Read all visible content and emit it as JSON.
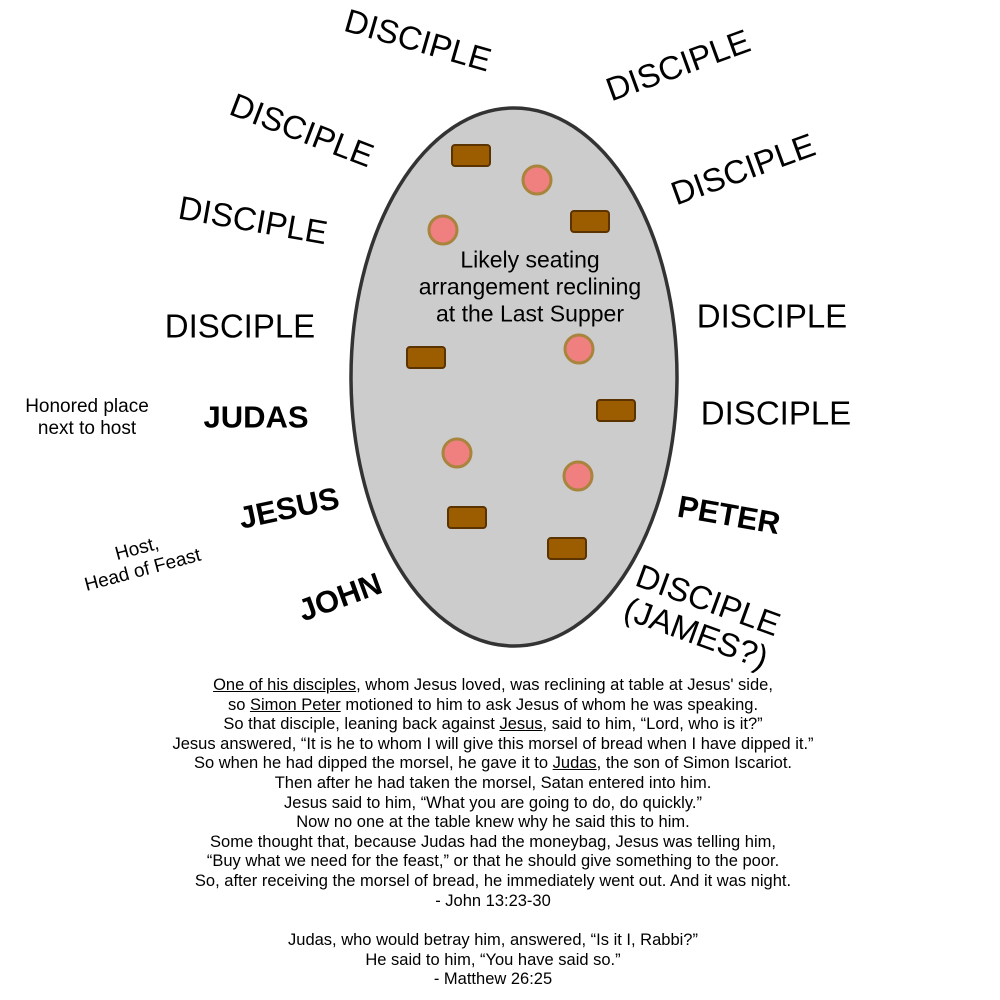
{
  "title": "Likely seating arrangement reclining at the Last Supper",
  "title_lines": [
    "Likely seating",
    "arrangement reclining",
    "at the Last Supper"
  ],
  "seats": {
    "disciple_label": "DISCIPLE",
    "judas": "JUDAS",
    "jesus": "JESUS",
    "john": "JOHN",
    "peter": "PETER",
    "james_lines": [
      "DISCIPLE",
      "(JAMES?)"
    ]
  },
  "notes": {
    "honored_lines": [
      "Honored place",
      "next to host"
    ],
    "host_lines": [
      "Host,",
      "Head of Feast"
    ]
  },
  "colors": {
    "table_fill": "#cccccc",
    "table_stroke": "#333333",
    "bread_fill": "#9c5c00",
    "bread_stroke": "#5a3300",
    "cup_fill": "#f08080",
    "cup_stroke": "#a8843c"
  },
  "john_passage": {
    "l1_u": "One of his disciples",
    "l1_rest": ", whom Jesus loved, was reclining at table at Jesus' side,",
    "l2_pre": "so ",
    "l2_u": "Simon Peter",
    "l2_rest": " motioned to him to ask Jesus of whom he was speaking.",
    "l3_pre": "So that disciple, leaning back against ",
    "l3_u": "Jesus",
    "l3_rest": ", said to him, “Lord, who is it?”",
    "l4": "Jesus answered, “It is he to whom I will give this morsel of bread when I have dipped it.”",
    "l5_pre": "So when he had dipped the morsel, he gave it to ",
    "l5_u": "Judas",
    "l5_rest": ", the son of Simon Iscariot.",
    "l6": "Then after he had taken the morsel, Satan entered into him.",
    "l7": "Jesus said to him, “What you are going to do, do quickly.”",
    "l8": "Now no one at the table knew why he said this to him.",
    "l9": "Some thought that, because Judas had the moneybag, Jesus was telling him,",
    "l10": "“Buy what we need for the feast,” or that he should give something to the poor.",
    "l11": "So, after receiving the morsel of bread, he immediately went out. And it was night.",
    "ref": "- John 13:23-30"
  },
  "matthew_passage": {
    "l1": "Judas, who would betray him, answered, “Is it I, Rabbi?”",
    "l2": "He said to him, “You have said so.”",
    "ref": "- Matthew 26:25"
  }
}
